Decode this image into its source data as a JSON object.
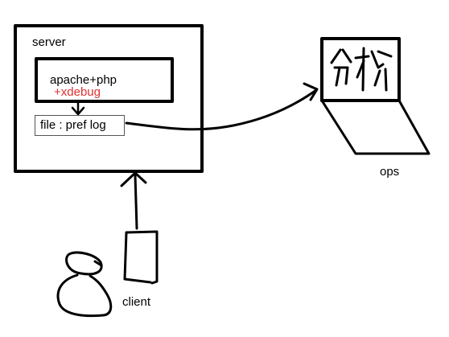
{
  "server": {
    "label": "server",
    "app_stack": "apache+php",
    "extension": "+xdebug",
    "extension_color": "#e03030",
    "log_file": "file : pref log"
  },
  "ops": {
    "label": "ops",
    "screen_text": "分析"
  },
  "client": {
    "label": "client"
  },
  "colors": {
    "ink": "#000000",
    "background": "#ffffff"
  }
}
